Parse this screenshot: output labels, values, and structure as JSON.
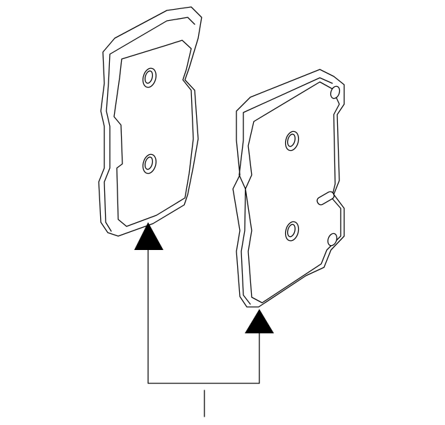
{
  "diagram": {
    "parts": [
      {
        "id": "pad-left",
        "kind": "brake-pad"
      },
      {
        "id": "pad-right",
        "kind": "brake-pad"
      }
    ],
    "callout_label": "",
    "colors": {
      "line": "#000000",
      "background": "#ffffff",
      "arrow": "#000000"
    }
  }
}
